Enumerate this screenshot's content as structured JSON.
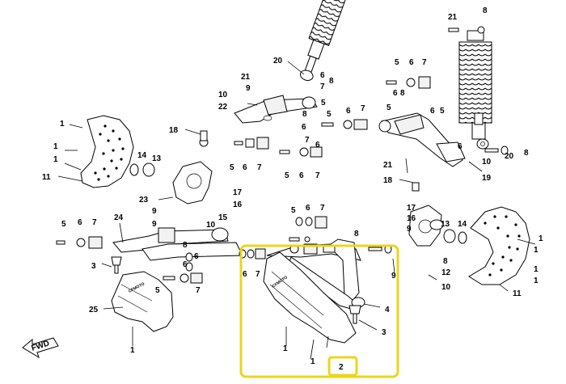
{
  "callouts": [
    "1",
    "2",
    "3",
    "4",
    "5",
    "6",
    "7",
    "8",
    "9",
    "10",
    "11",
    "12",
    "13",
    "14",
    "15",
    "16",
    "17",
    "18",
    "19",
    "20",
    "21",
    "22",
    "23",
    "24",
    "25"
  ],
  "fwd_label": "FWD",
  "decal_text": "CFMOTO",
  "highlight_color": "#ecd51c"
}
